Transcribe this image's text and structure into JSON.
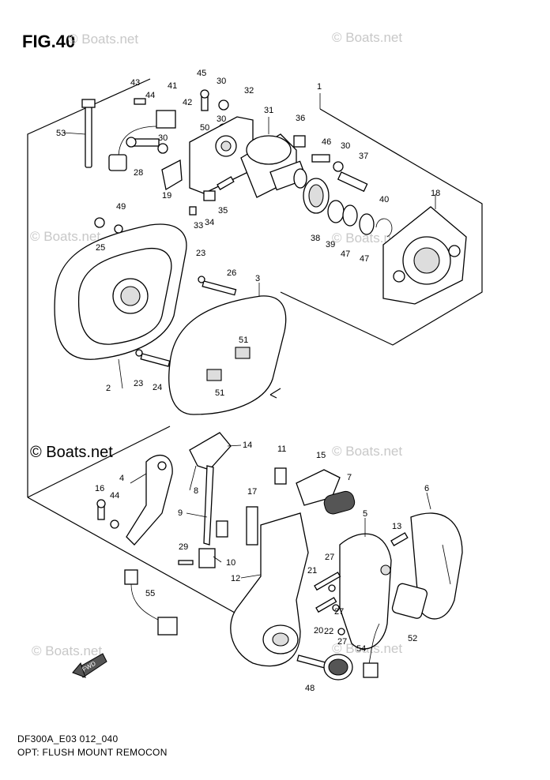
{
  "figure": {
    "title": "FIG.40"
  },
  "watermarks": [
    "© Boats.net",
    "© Boats.net",
    "© Boats.net",
    "© Boats.net",
    "© Boats.net",
    "© Boats.net",
    "© Boats.net"
  ],
  "main_watermark": "© Boats.net",
  "footer": {
    "code": "DF300A_E03 012_040",
    "caption": "OPT: FLUSH MOUNT REMOCON"
  },
  "fwd_marker": "FWD",
  "labels": {
    "p1": "1",
    "p2": "2",
    "p3": "3",
    "p4": "4",
    "p5": "5",
    "p6": "6",
    "p7": "7",
    "p8": "8",
    "p9": "9",
    "p10": "10",
    "p11": "11",
    "p12": "12",
    "p13": "13",
    "p14": "14",
    "p15": "15",
    "p16": "16",
    "p17": "17",
    "p18": "18",
    "p19": "19",
    "p20": "20",
    "p21": "21",
    "p22": "22",
    "p23a": "23",
    "p23b": "23",
    "p24": "24",
    "p25": "25",
    "p26": "26",
    "p27a": "27",
    "p27b": "27",
    "p27c": "27",
    "p28": "28",
    "p29": "29",
    "p30a": "30",
    "p30b": "30",
    "p30c": "30",
    "p30d": "30",
    "p31": "31",
    "p32": "32",
    "p33": "33",
    "p34": "34",
    "p35": "35",
    "p36": "36",
    "p37": "37",
    "p38": "38",
    "p39": "39",
    "p40": "40",
    "p41": "41",
    "p42": "42",
    "p43": "43",
    "p44a": "44",
    "p44b": "44",
    "p45": "45",
    "p46": "46",
    "p47a": "47",
    "p47b": "47",
    "p48": "48",
    "p49": "49",
    "p50": "50",
    "p51a": "51",
    "p51b": "51",
    "p52": "52",
    "p53": "53",
    "p54": "54",
    "p55": "55"
  }
}
